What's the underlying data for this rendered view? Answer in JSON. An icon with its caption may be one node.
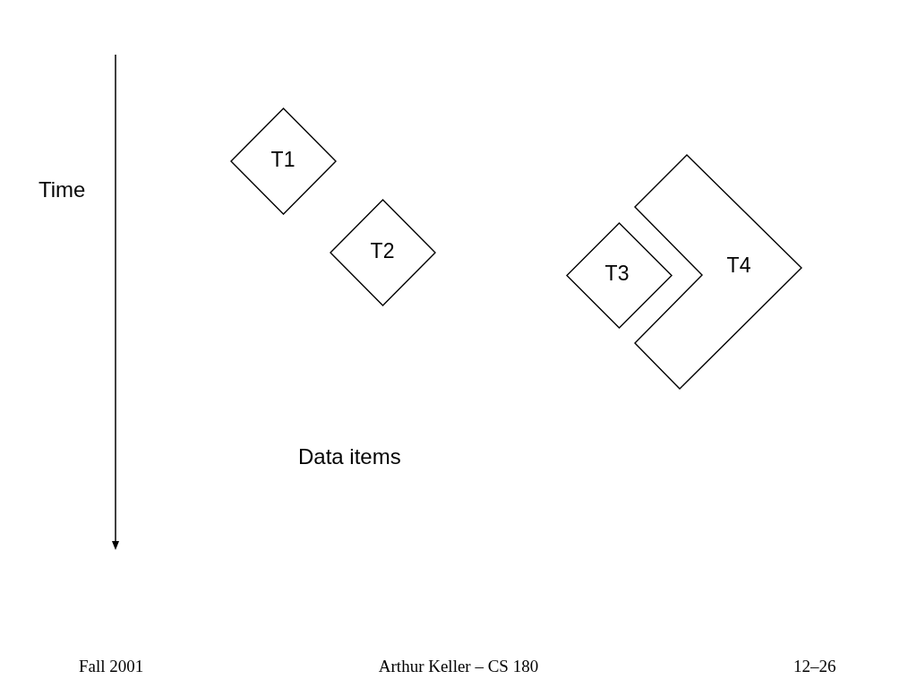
{
  "diagram": {
    "nodes": [
      {
        "text": [
          "T1"
        ]
      },
      {
        "text": [
          "T2"
        ]
      },
      {
        "text": [
          "T3"
        ]
      },
      {
        "text": [
          "T4"
        ]
      }
    ],
    "labels": [
      "Time",
      "Data items",
      "Fall 2001",
      "Arthur Keller – CS 180",
      "12–26"
    ]
  }
}
